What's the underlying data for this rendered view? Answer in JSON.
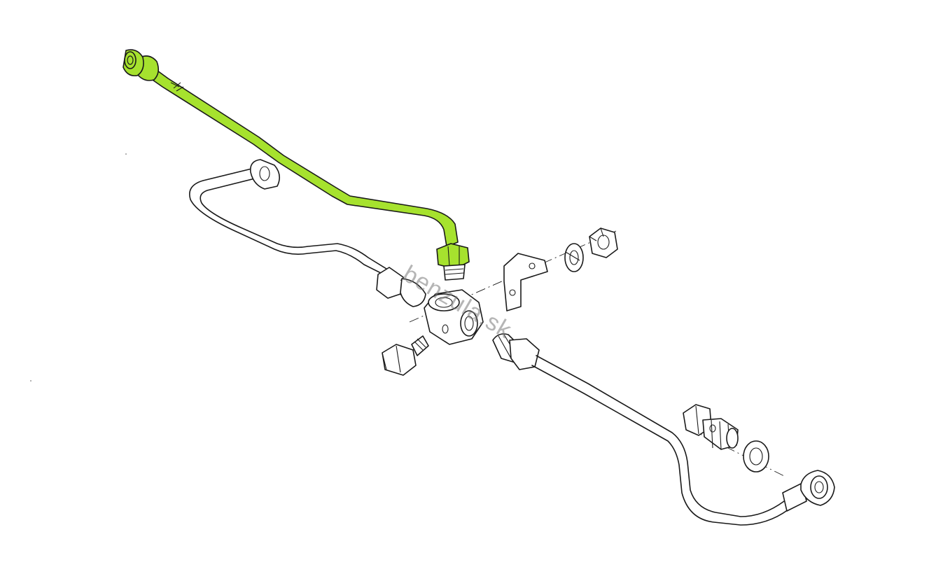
{
  "diagram": {
    "watermark": "benzula.sk",
    "highlight_color": "#a6e22e",
    "highlight_outline": "#5a7a10",
    "line_color": "#1a1a1a",
    "parts": [
      {
        "id": "highlighted-pipe",
        "highlighted": true
      },
      {
        "id": "left-pipe",
        "highlighted": false
      },
      {
        "id": "distributor-block",
        "highlighted": false
      },
      {
        "id": "hex-bolt",
        "highlighted": false
      },
      {
        "id": "mounting-bracket",
        "highlighted": false
      },
      {
        "id": "spring-washer",
        "highlighted": false
      },
      {
        "id": "hex-nut",
        "highlighted": false
      },
      {
        "id": "right-pipe",
        "highlighted": false
      },
      {
        "id": "banjo-bolt",
        "highlighted": false
      },
      {
        "id": "sealing-washer",
        "highlighted": false
      },
      {
        "id": "banjo-fitting",
        "highlighted": false
      }
    ]
  }
}
